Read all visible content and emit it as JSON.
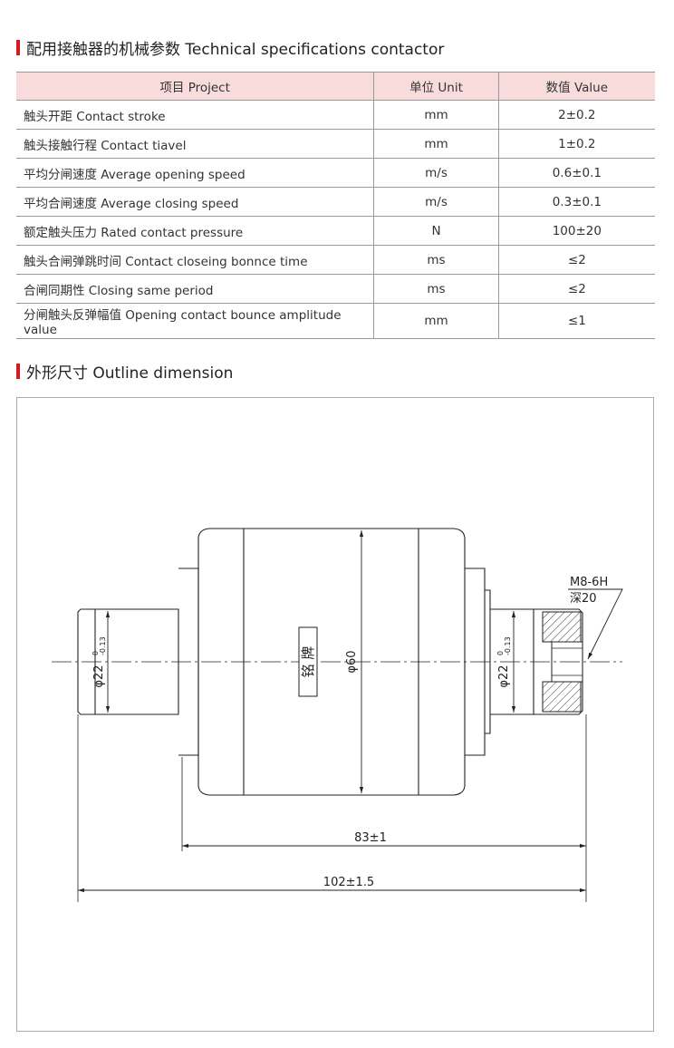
{
  "spec": {
    "title": "配用接触器的机械参数 Technical specifications contactor",
    "headers": [
      "项目 Project",
      "单位 Unit",
      "数值 Value"
    ],
    "rows": [
      [
        "触头开距 Contact stroke",
        "mm",
        "2±0.2"
      ],
      [
        "触头接触行程 Contact tiavel",
        "mm",
        "1±0.2"
      ],
      [
        "平均分闸速度 Average opening speed",
        "m/s",
        "0.6±0.1"
      ],
      [
        "平均合闸速度 Average closing speed",
        "m/s",
        "0.3±0.1"
      ],
      [
        "额定触头压力 Rated contact pressure",
        "N",
        "100±20"
      ],
      [
        "触头合闸弹跳时间 Contact closeing bonnce time",
        "ms",
        "≤2"
      ],
      [
        "合闸同期性 Closing same period",
        "ms",
        "≤2"
      ],
      [
        "分闸触头反弹幅值 Opening contact bounce amplitude value",
        "mm",
        "≤1"
      ]
    ]
  },
  "outline": {
    "title": "外形尺寸 Outline dimension",
    "labels": {
      "thread": "M8-6H",
      "depth": "深20",
      "left_dia": "φ22",
      "left_tol_upper": "0",
      "left_tol_lower": "-0.13",
      "body_dia": "φ60",
      "nameplate": "铭 牌",
      "right_dia": "φ22",
      "right_tol_upper": "0",
      "right_tol_lower": "-0.13",
      "dim_83": "83±1",
      "dim_102": "102±1.5"
    }
  },
  "colors": {
    "accent": "#d71920",
    "header_bg": "#f8dcdc"
  }
}
